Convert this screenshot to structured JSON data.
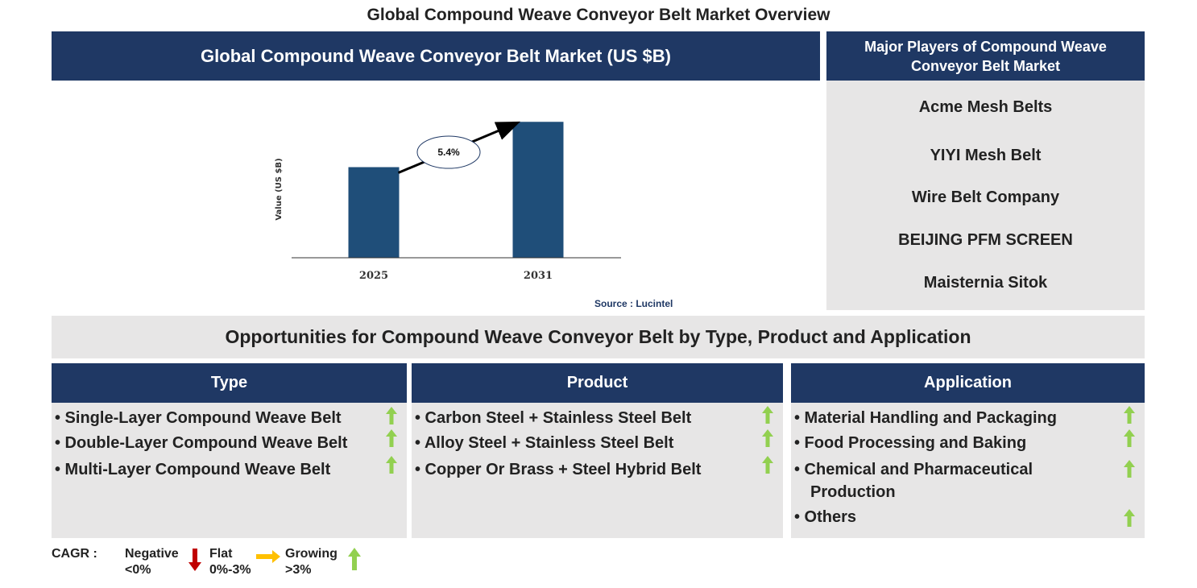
{
  "page_title": "Global Compound Weave Conveyor Belt Market Overview",
  "chart_section_title": "Global Compound Weave Conveyor Belt Market (US $B)",
  "chart_data": {
    "type": "bar",
    "categories": [
      "2025",
      "2031"
    ],
    "values": [
      1.0,
      1.5
    ],
    "ylabel": "Value (US $B)",
    "xlabel": "",
    "ylim": [
      0,
      1.6
    ],
    "grid": false,
    "bar_color": "#1f4e79",
    "annotation": {
      "text": "5.4%",
      "meaning": "CAGR"
    },
    "source": "Source : Lucintel"
  },
  "players": {
    "title": "Major Players of Compound Weave Conveyor Belt Market",
    "items": [
      "Acme Mesh Belts",
      "YIYI Mesh Belt",
      "Wire Belt Company",
      "BEIJING PFM SCREEN",
      "Maisternia Sitok"
    ]
  },
  "opportunities_title": "Opportunities for Compound Weave Conveyor Belt by Type, Product and Application",
  "columns": [
    {
      "title": "Type",
      "items": [
        {
          "label": "• Single-Layer Compound Weave Belt",
          "trend": "growing"
        },
        {
          "label": "• Double-Layer Compound Weave Belt",
          "trend": "growing"
        },
        {
          "label": "• Multi-Layer Compound Weave Belt",
          "trend": "growing"
        }
      ]
    },
    {
      "title": "Product",
      "items": [
        {
          "label": "• Carbon Steel + Stainless Steel Belt",
          "trend": "growing"
        },
        {
          "label": "• Alloy Steel + Stainless Steel Belt",
          "trend": "growing"
        },
        {
          "label": "• Copper Or Brass + Steel Hybrid Belt",
          "trend": "growing"
        }
      ]
    },
    {
      "title": "Application",
      "items": [
        {
          "label": "• Material Handling and Packaging",
          "trend": "growing"
        },
        {
          "label": "• Food Processing and Baking",
          "trend": "growing"
        },
        {
          "label": "• Chemical and Pharmaceutical",
          "label_cont": "Production",
          "trend": "growing"
        },
        {
          "label": "• Others",
          "trend": "growing"
        }
      ]
    }
  ],
  "legend": {
    "cagr_label": "CAGR :",
    "negative": {
      "label": "Negative",
      "range": "<0%"
    },
    "flat": {
      "label": "Flat",
      "range": "0%-3%"
    },
    "growing": {
      "label": "Growing",
      "range": ">3%"
    }
  },
  "colors": {
    "navy": "#1f3864",
    "grey": "#e7e6e6",
    "bar": "#1f4e79",
    "up": "#92d050",
    "down": "#c00000",
    "flat": "#ffc000"
  },
  "icons": {
    "up": "green-up-arrow-icon",
    "down": "red-down-arrow-icon",
    "flat": "yellow-right-arrow-icon"
  }
}
